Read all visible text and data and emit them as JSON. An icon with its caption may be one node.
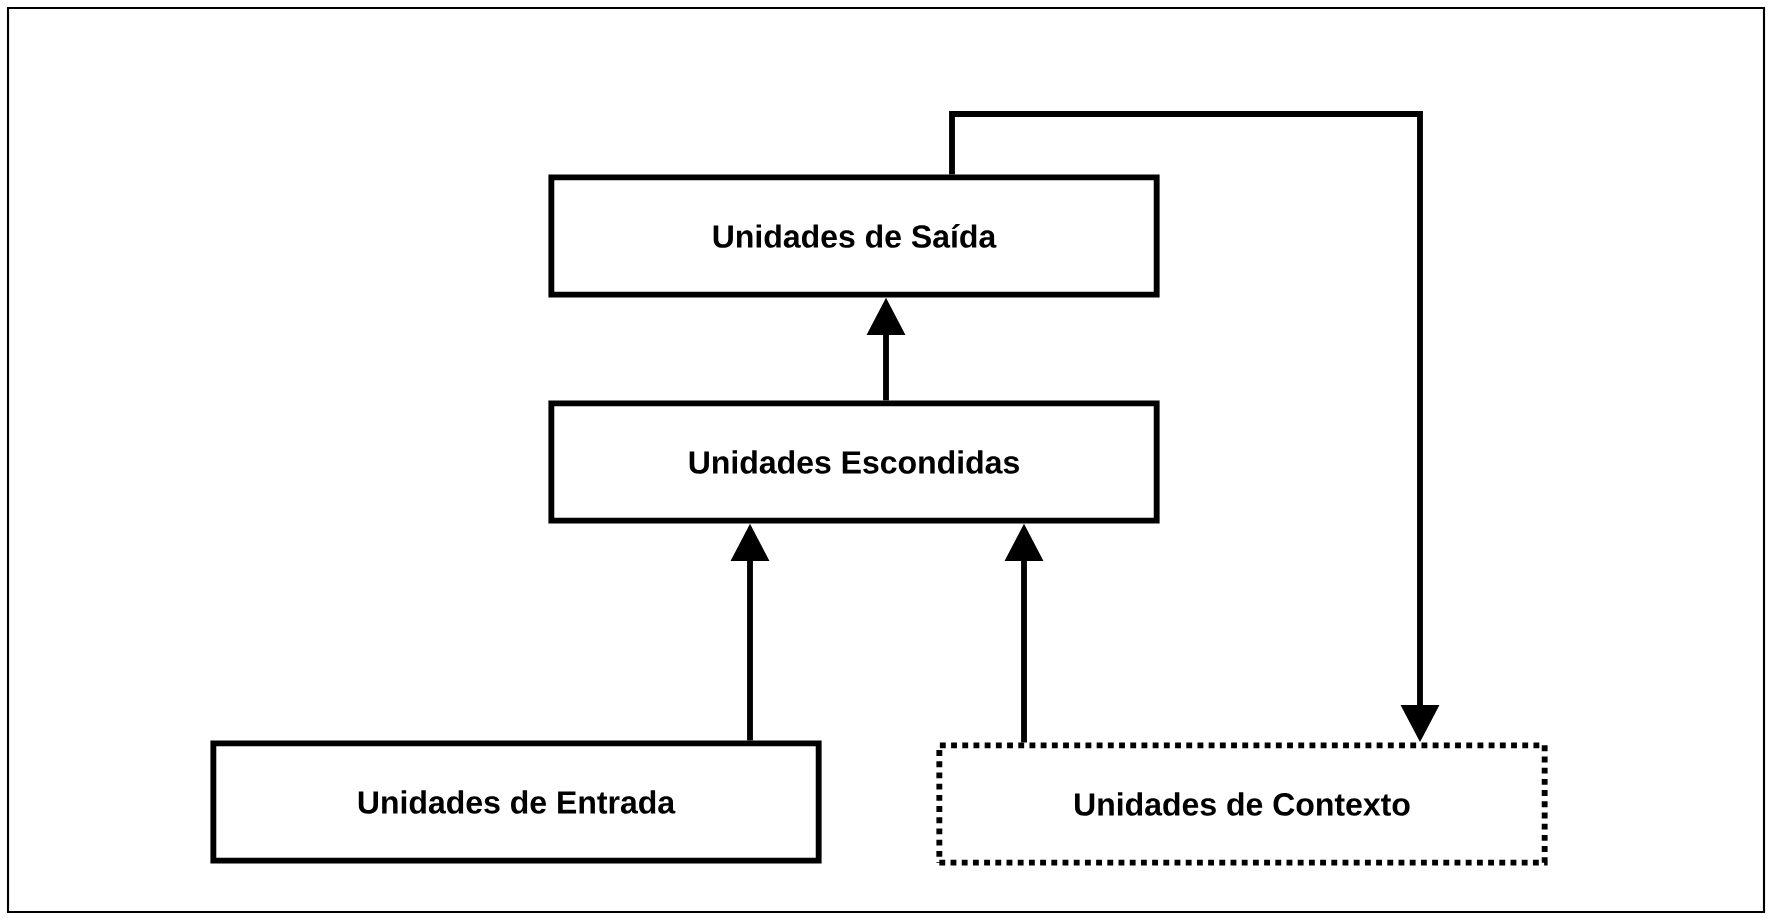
{
  "diagram": {
    "nodes": [
      {
        "text": [
          "Unidades de Saída"
        ]
      },
      {
        "text": [
          "Unidades Escondidas"
        ]
      },
      {
        "text": [
          "Unidades de Entrada"
        ]
      },
      {
        "text": [
          "Unidades de Contexto"
        ]
      }
    ],
    "edges": [
      {
        "from": 1,
        "to": 0,
        "arrow": "to"
      },
      {
        "from": 2,
        "to": 1,
        "arrow": "to"
      },
      {
        "from": 3,
        "to": 1,
        "arrow": "to"
      },
      {
        "from": 0,
        "to": 3,
        "arrow": "to"
      }
    ]
  }
}
